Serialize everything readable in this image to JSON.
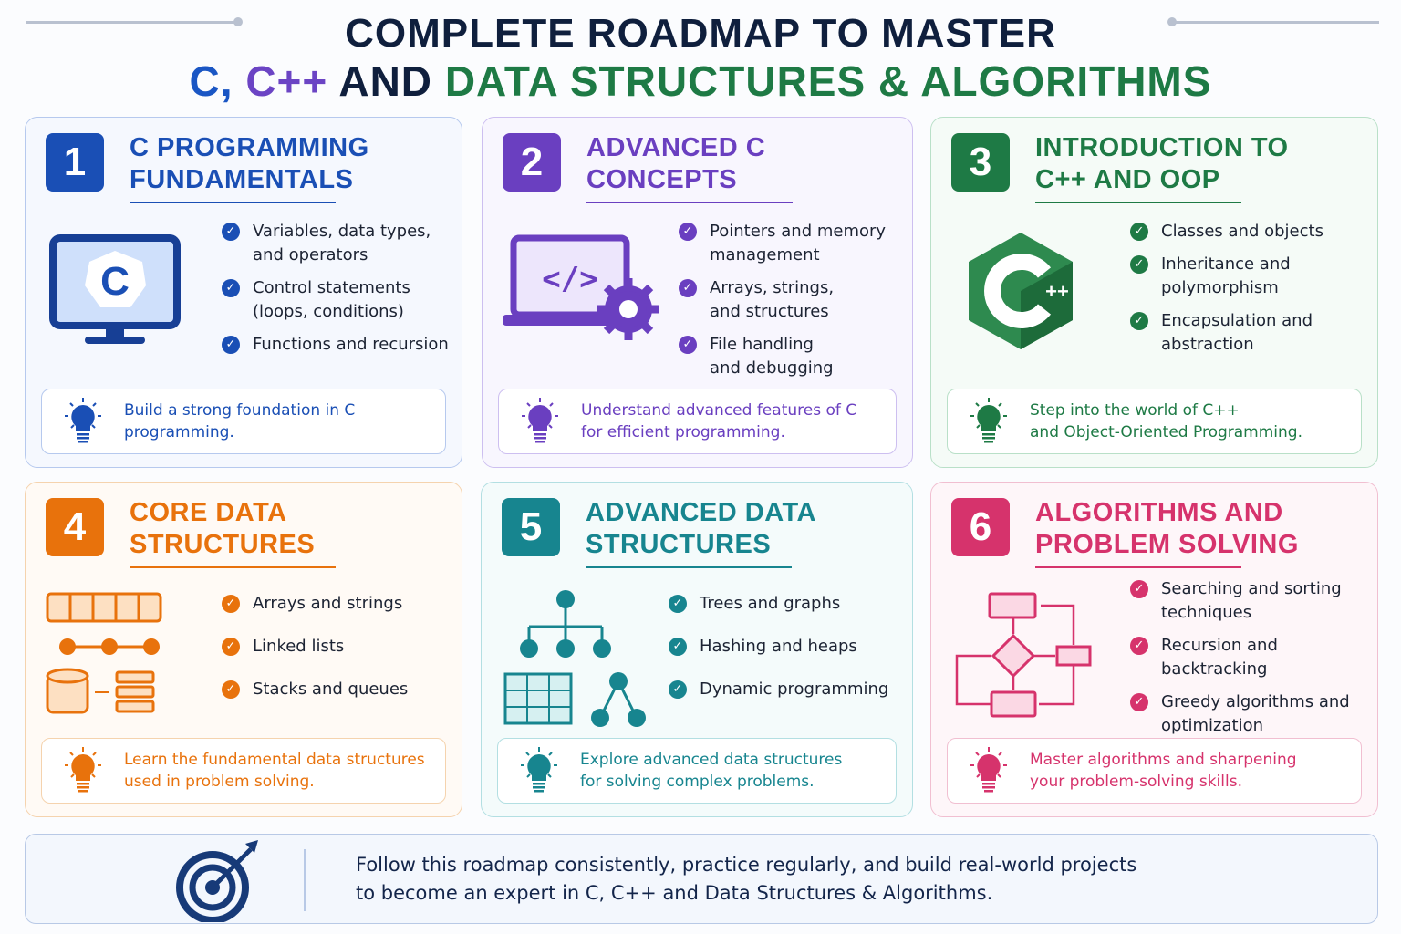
{
  "header": {
    "line1": "COMPLETE ROADMAP TO MASTER",
    "line2_c": "C,",
    "line2_cpp": "C++",
    "line2_and": "AND",
    "line2_dsa": "DATA STRUCTURES & ALGORITHMS"
  },
  "colors": {
    "title": "#0f1f3d",
    "c": "#1a56c4",
    "cpp": "#6b44c4",
    "dsa": "#1e7a45"
  },
  "cards": [
    {
      "number": "1",
      "title": "C PROGRAMMING\nFUNDAMENTALS",
      "color": "#1a4fb5",
      "bg": "#f5f8fe",
      "border": "#b6c9ee",
      "icon": "monitor-c-icon",
      "bullets": [
        "Variables, data types,\nand operators",
        "Control statements\n(loops, conditions)",
        "Functions and recursion"
      ],
      "tip": "Build a strong foundation in C\nprogramming."
    },
    {
      "number": "2",
      "title": "ADVANCED C\nCONCEPTS",
      "color": "#6a3fc0",
      "bg": "#f8f6fe",
      "border": "#cdbff0",
      "icon": "laptop-code-gear-icon",
      "bullets": [
        "Pointers and memory\nmanagement",
        "Arrays, strings,\nand structures",
        "File handling\nand debugging"
      ],
      "tip": "Understand advanced features of C\nfor efficient programming."
    },
    {
      "number": "3",
      "title": "INTRODUCTION TO\nC++ AND OOP",
      "color": "#1e7a45",
      "bg": "#f5fbf7",
      "border": "#b9e0c8",
      "icon": "cpp-logo-icon",
      "bullets": [
        "Classes and objects",
        "Inheritance and\npolymorphism",
        "Encapsulation and\nabstraction"
      ],
      "tip": "Step into the world of C++\nand Object-Oriented Programming."
    },
    {
      "number": "4",
      "title": "CORE DATA\nSTRUCTURES",
      "color": "#e8720c",
      "bg": "#fffaf5",
      "border": "#f5d3ae",
      "icon": "data-structures-icon",
      "bullets": [
        "Arrays and strings",
        "Linked lists",
        "Stacks and queues"
      ],
      "tip": "Learn the fundamental data structures\nused in problem solving."
    },
    {
      "number": "5",
      "title": "ADVANCED DATA\nSTRUCTURES",
      "color": "#17858f",
      "bg": "#f4fbfb",
      "border": "#b3dfe2",
      "icon": "tree-graph-icon",
      "bullets": [
        "Trees and graphs",
        "Hashing and heaps",
        "Dynamic programming"
      ],
      "tip": "Explore advanced data structures\nfor solving complex problems."
    },
    {
      "number": "6",
      "title": "ALGORITHMS AND\nPROBLEM SOLVING",
      "color": "#d6336c",
      "bg": "#fef6f9",
      "border": "#f1bfd1",
      "icon": "flowchart-icon",
      "bullets": [
        "Searching and sorting\ntechniques",
        "Recursion and\nbacktracking",
        "Greedy algorithms and\noptimization"
      ],
      "tip": "Master algorithms and sharpening\nyour problem-solving skills."
    }
  ],
  "footer": {
    "text": "Follow this roadmap consistently, practice regularly, and build real-world projects\nto become an expert in C, C++ and Data Structures & Algorithms."
  }
}
